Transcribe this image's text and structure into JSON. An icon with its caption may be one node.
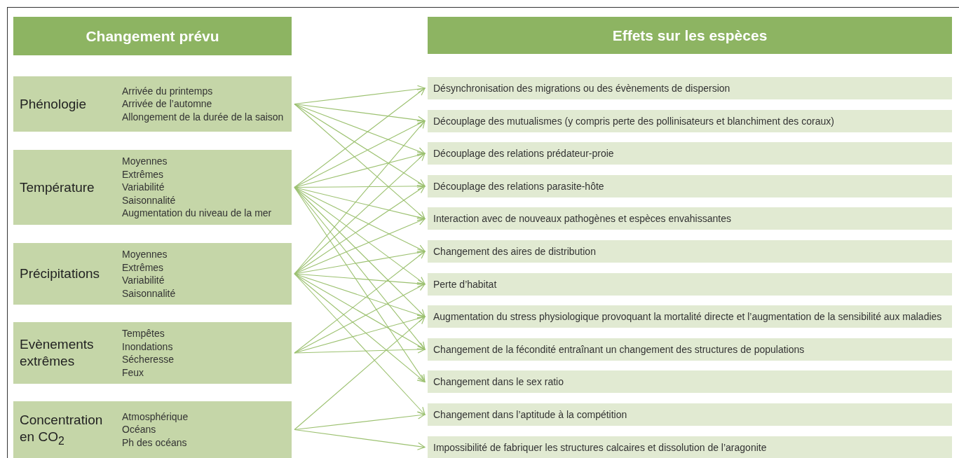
{
  "diagram": {
    "nodes": [
      {
        "text": [
          "Changement prévu"
        ]
      },
      {
        "text": [
          "Effets sur les espèces"
        ]
      },
      {
        "text": [
          "Phénologie",
          "Arrivée du printemps",
          "Arrivée de l’automne",
          "Allongement de la durée de la saison"
        ]
      },
      {
        "text": [
          "Température",
          "Moyennes",
          "Extrêmes",
          "Variabilité",
          "Saisonnalité",
          "Augmentation du niveau de la mer"
        ]
      },
      {
        "text": [
          "Précipitations",
          "Moyennes",
          "Extrêmes",
          "Variabilité",
          "Saisonnalité"
        ]
      },
      {
        "text": [
          "Evènements extrêmes",
          "Tempêtes",
          "Inondations",
          "Sécheresse",
          "Feux"
        ]
      },
      {
        "text": [
          "Concentration en CO$_{2}$",
          "Atmosphérique",
          "Océans",
          "Ph des océans"
        ]
      },
      {
        "text": [
          "Désynchronisation des migrations ou des évènements de dispersion"
        ]
      },
      {
        "text": [
          "Découplage des mutualismes (y compris perte des pollinisateurs et blanchiment des coraux)"
        ]
      },
      {
        "text": [
          "Découplage des relations prédateur-proie"
        ]
      },
      {
        "text": [
          "Découplage des relations parasite-hôte"
        ]
      },
      {
        "text": [
          "Interaction avec de nouveaux pathogènes et espèces envahissantes"
        ]
      },
      {
        "text": [
          "Changement des aires de distribution"
        ]
      },
      {
        "text": [
          "Perte d’habitat"
        ]
      },
      {
        "text": [
          "Augmentation du stress physiologique provoquant la mortalité directe et l’augmentation de la sensibilité aux maladies"
        ]
      },
      {
        "text": [
          "Changement de la fécondité entraînant un changement des structures de populations"
        ]
      },
      {
        "text": [
          "Changement dans le sex ratio"
        ]
      },
      {
        "text": [
          "Changement dans l’aptitude à la compétition"
        ]
      },
      {
        "text": [
          "Impossibilité de fabriquer les structures calcaires et dissolution de l’aragonite"
        ]
      }
    ],
    "edges": [
      {
        "from": 2,
        "to": 7,
        "arrow": "to"
      },
      {
        "from": 2,
        "to": 8,
        "arrow": "to"
      },
      {
        "from": 2,
        "to": 9,
        "arrow": "to"
      },
      {
        "from": 2,
        "to": 10,
        "arrow": "to"
      },
      {
        "from": 2,
        "to": 11,
        "arrow": "to"
      },
      {
        "from": 3,
        "to": 7,
        "arrow": "to"
      },
      {
        "from": 3,
        "to": 8,
        "arrow": "to"
      },
      {
        "from": 3,
        "to": 9,
        "arrow": "to"
      },
      {
        "from": 3,
        "to": 10,
        "arrow": "to"
      },
      {
        "from": 3,
        "to": 11,
        "arrow": "to"
      },
      {
        "from": 3,
        "to": 12,
        "arrow": "to"
      },
      {
        "from": 3,
        "to": 13,
        "arrow": "to"
      },
      {
        "from": 3,
        "to": 14,
        "arrow": "to"
      },
      {
        "from": 3,
        "to": 15,
        "arrow": "to"
      },
      {
        "from": 3,
        "to": 16,
        "arrow": "to"
      },
      {
        "from": 4,
        "to": 8,
        "arrow": "to"
      },
      {
        "from": 4,
        "to": 9,
        "arrow": "to"
      },
      {
        "from": 4,
        "to": 10,
        "arrow": "to"
      },
      {
        "from": 4,
        "to": 11,
        "arrow": "to"
      },
      {
        "from": 4,
        "to": 12,
        "arrow": "to"
      },
      {
        "from": 4,
        "to": 13,
        "arrow": "to"
      },
      {
        "from": 4,
        "to": 14,
        "arrow": "to"
      },
      {
        "from": 4,
        "to": 15,
        "arrow": "to"
      },
      {
        "from": 4,
        "to": 16,
        "arrow": "to"
      },
      {
        "from": 4,
        "to": 17,
        "arrow": "to"
      },
      {
        "from": 5,
        "to": 12,
        "arrow": "to"
      },
      {
        "from": 5,
        "to": 13,
        "arrow": "to"
      },
      {
        "from": 5,
        "to": 14,
        "arrow": "to"
      },
      {
        "from": 5,
        "to": 15,
        "arrow": "to"
      },
      {
        "from": 6,
        "to": 14,
        "arrow": "to"
      },
      {
        "from": 6,
        "to": 17,
        "arrow": "to"
      },
      {
        "from": 6,
        "to": 18,
        "arrow": "to"
      }
    ]
  }
}
